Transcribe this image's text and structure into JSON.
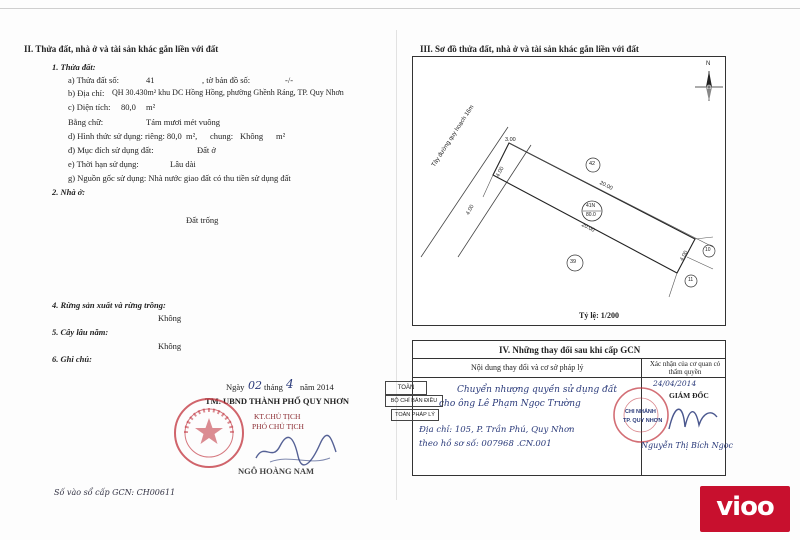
{
  "left": {
    "section2_title": "II. Thửa đất, nhà ở và tài sản khác gắn liền với đất",
    "land_heading": "1. Thửa đất:",
    "a_label": "a) Thửa đất số:",
    "a_value": "41",
    "a_map_label": ", tờ bản đồ số:",
    "a_map_value": "-/-",
    "b_label": "b) Địa chỉ:",
    "b_value": "QH 30.430m² khu DC Hồng Hồng, phường Ghềnh Ráng, TP. Quy Nhơn",
    "c_label": "c) Diện tích:",
    "c_value": "80,0",
    "c_unit": "m²",
    "words_label": "Bằng chữ:",
    "words_value": "Tám mươi mét vuông",
    "d_label": "d) Hình thức sử dụng: riêng: 80,0",
    "d_unit1": "m²,",
    "d_common": "chung:",
    "d_common_value": "Không",
    "d_unit2": "m²",
    "dd_label": "đ) Mục đích sử dụng đất:",
    "dd_value": "Đất ở",
    "e_label": "e) Thời hạn sử dụng:",
    "e_value": "Lâu dài",
    "g_label": "g) Nguồn gốc sử dụng: Nhà nước giao đất có thu tiền sử dụng đất",
    "house_heading": "2. Nhà ở:",
    "house_value": "Đất trống",
    "forest_heading": "4. Rừng sản xuất và rừng trồng:",
    "forest_value": "Không",
    "tree_heading": "5. Cây lâu năm:",
    "tree_value": "Không",
    "note_heading": "6. Ghi chú:",
    "date_prefix": "Ngày",
    "date_day": "02",
    "date_month_label": "tháng",
    "date_month": "4",
    "date_year": "năm 2014",
    "authority": "TM. UBND THÀNH PHỐ QUY NHƠN",
    "kt": "KT.CHỦ TỊCH",
    "vice": "PHÓ CHỦ TỊCH",
    "signer": "NGÔ HOÀNG NAM",
    "issue_no": "Số vào sổ cấp GCN: CH00611"
  },
  "diagram": {
    "section3_title": "III. Sơ đồ thửa đất, nhà ở và tài sản khác gắn liền với đất",
    "road_label": "Tây đường quy hoạch 16m",
    "dim_top": "3.00",
    "dim_left": "4.00",
    "dim_bottom": "4.00",
    "dim_long1": "20.00",
    "dim_long2": "20.00",
    "dim_mid": "4.00",
    "parcel_top": "42",
    "parcel_center_no": "41N",
    "parcel_center_area": "80.0",
    "parcel_bottom": "39",
    "parcel_r1": "10",
    "parcel_r2": "11",
    "north": "N",
    "scale": "Tỷ lệ: 1/200"
  },
  "changes": {
    "section4_title": "IV. Những thay đổi sau khi cấp GCN",
    "col1_header": "Nội dung thay đổi và cơ sở pháp lý",
    "col2_header": "Xác nhận của cơ quan có thẩm quyền",
    "line1": "Chuyển nhượng quyền sử dụng đất",
    "line2": "cho ông Lê Phạm Ngọc Trường",
    "line3": "Địa chỉ: 105, P. Trần Phú, Quy Nhơn",
    "line4": "theo hồ sơ số: 007968 .CN.001",
    "stamp1": "TOÀN",
    "stamp2": "BỘ CHỈ BẢN ĐIỀU",
    "stamp3": "TOÀN PHÁP LÝ",
    "approve_date": "24/04/2014",
    "director": "GIÁM ĐỐC",
    "seal_text1": "CHI NHÁNH",
    "seal_text2": "TP. QUY NHƠN",
    "director_name": "Nguyễn Thị Bích Ngọc"
  },
  "brand": {
    "logo": "vioo",
    "accent": "#c8102e",
    "stamp_red": "#c0303a",
    "ink_blue": "#2a3a7a"
  }
}
